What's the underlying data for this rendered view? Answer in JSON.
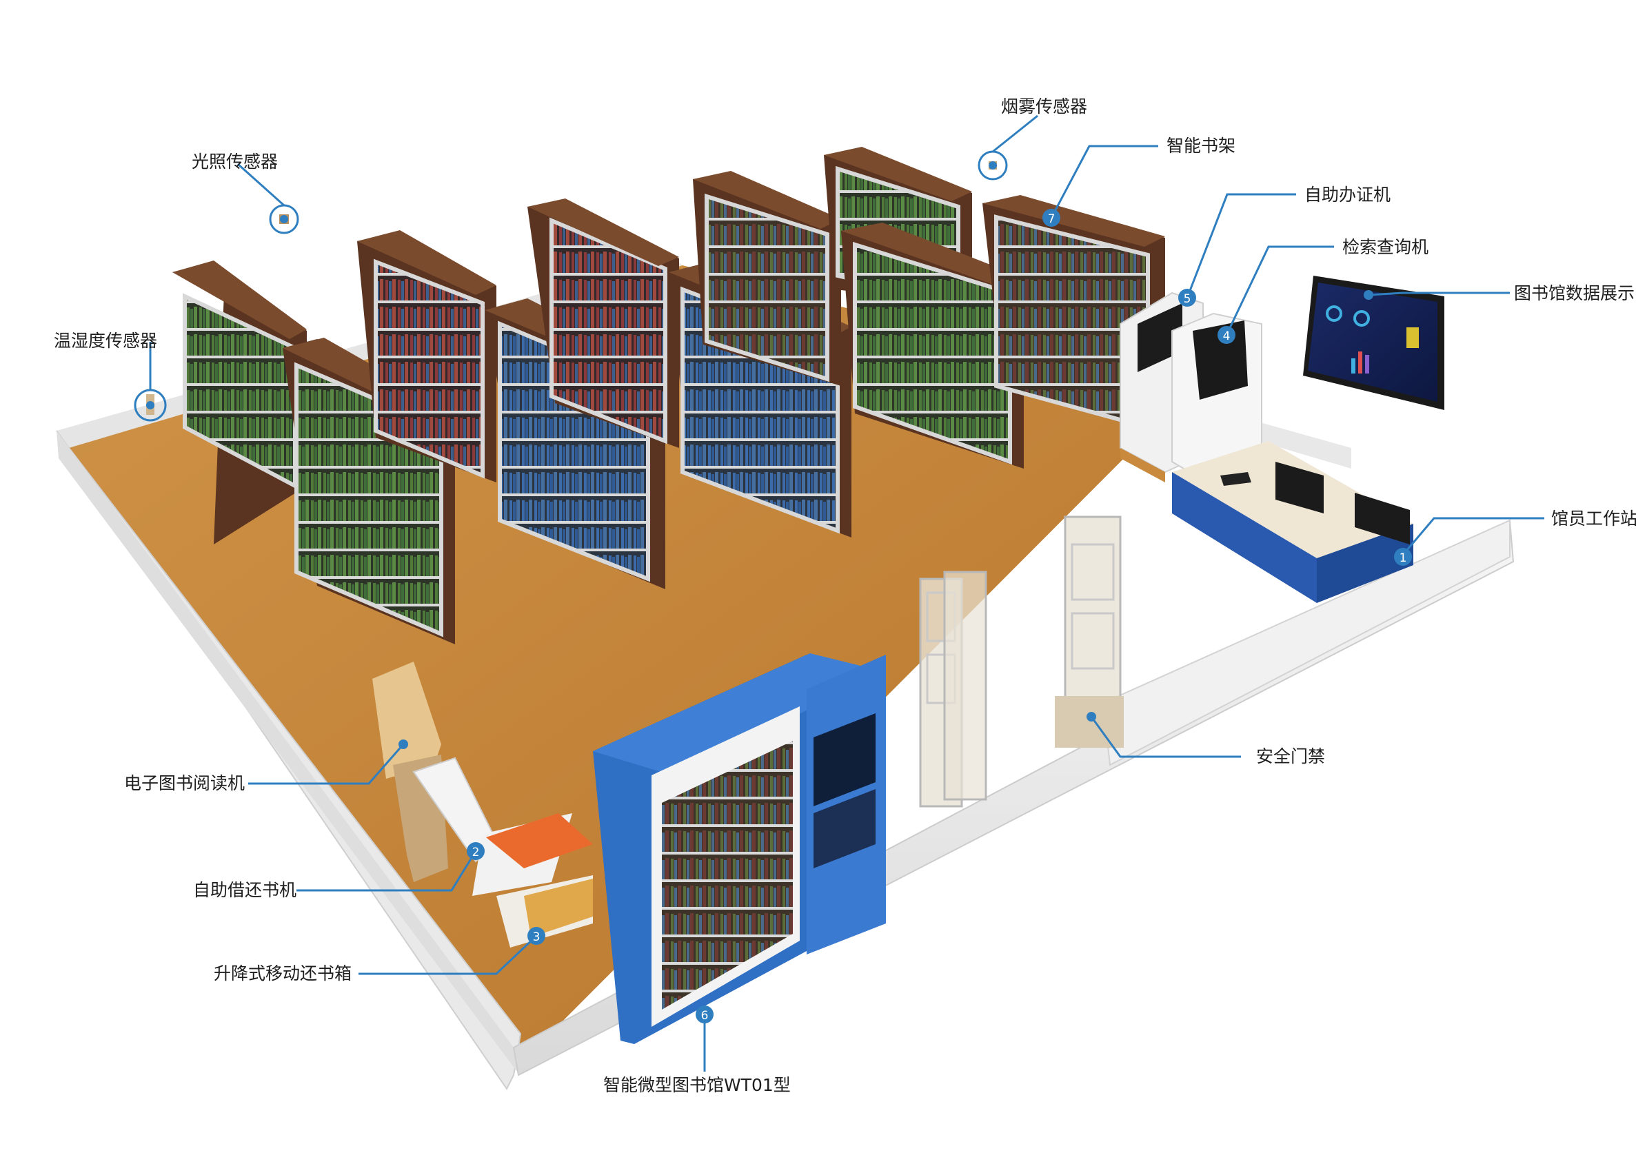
{
  "labels": {
    "light_sensor": "光照传感器",
    "smoke_sensor": "烟雾传感器",
    "smart_shelf": "智能书架",
    "card_machine": "自助办证机",
    "search_machine": "检索查询机",
    "data_display": "图书馆数据展示",
    "temp_humidity_sensor": "温湿度传感器",
    "librarian_station": "馆员工作站",
    "security_gate": "安全门禁",
    "ebook_reader": "电子图书阅读机",
    "self_borrow_machine": "自助借还书机",
    "lifting_return_box": "升降式移动还书箱",
    "micro_library": "智能微型图书馆WT01型"
  },
  "markers": [
    "1",
    "2",
    "3",
    "4",
    "5",
    "6",
    "7"
  ],
  "colors": {
    "callout": "#2f7fc0",
    "floor": "#c8893c",
    "wall": "#ececec",
    "shelf_wood": "#6b3f26",
    "kiosk_blue": "#2f6fc4",
    "desk_blue": "#2a5ab0"
  }
}
